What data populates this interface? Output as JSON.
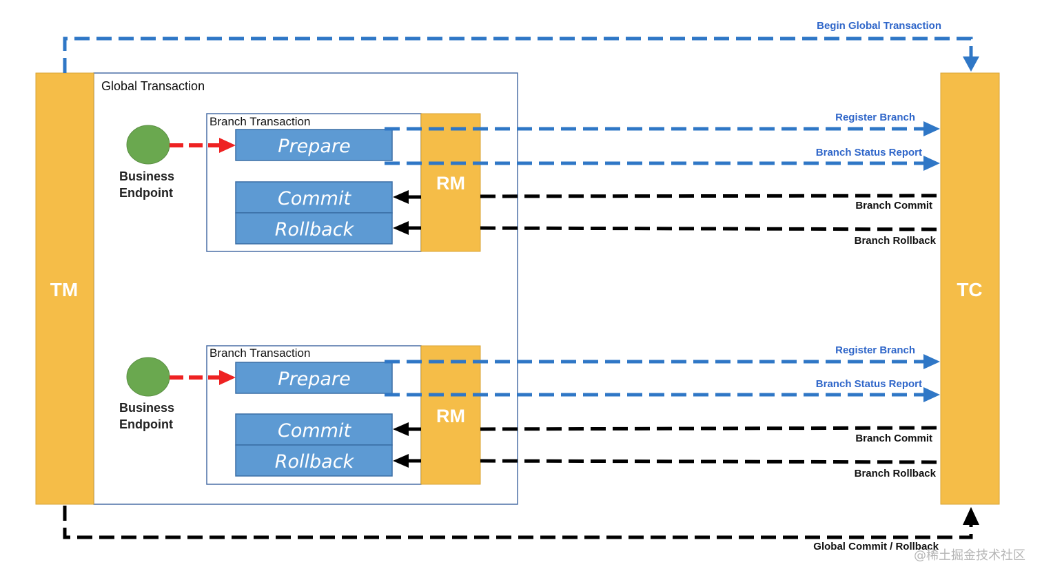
{
  "colors": {
    "gold": "#f5bd48",
    "gold_stroke": "#d8a334",
    "blue_fill": "#5d9ad3",
    "blue_stroke": "#3b6ea5",
    "blue_arrow": "#2f77c6",
    "red_arrow": "#ee2222",
    "black_arrow": "#000000",
    "green_endpoint": "#6aa84f",
    "label_blue": "#2f66c9",
    "box_outline": "#4a6fa5",
    "white": "#ffffff"
  },
  "tm": {
    "label": "TM"
  },
  "tc": {
    "label": "TC"
  },
  "global_transaction": {
    "label": "Global Transaction"
  },
  "begin_global_label": "Begin Global Transaction",
  "global_commit_label": "Global Commit / Rollback",
  "groups": [
    {
      "branch_title": "Branch Transaction",
      "endpoint_label_line1": "Business",
      "endpoint_label_line2": "Endpoint",
      "prepare_label": "Prepare",
      "commit_label": "Commit",
      "rollback_label": "Rollback",
      "rm_label": "RM",
      "register_label": "Register Branch",
      "status_label": "Branch Status Report",
      "commit_msg_label": "Branch Commit",
      "rollback_msg_label": "Branch Rollback"
    },
    {
      "branch_title": "Branch Transaction",
      "endpoint_label_line1": "Business",
      "endpoint_label_line2": "Endpoint",
      "prepare_label": "Prepare",
      "commit_label": "Commit",
      "rollback_label": "Rollback",
      "rm_label": "RM",
      "register_label": "Register Branch",
      "status_label": "Branch Status Report",
      "commit_msg_label": "Branch Commit",
      "rollback_msg_label": "Branch Rollback"
    }
  ],
  "watermark": "@稀土掘金技术社区"
}
